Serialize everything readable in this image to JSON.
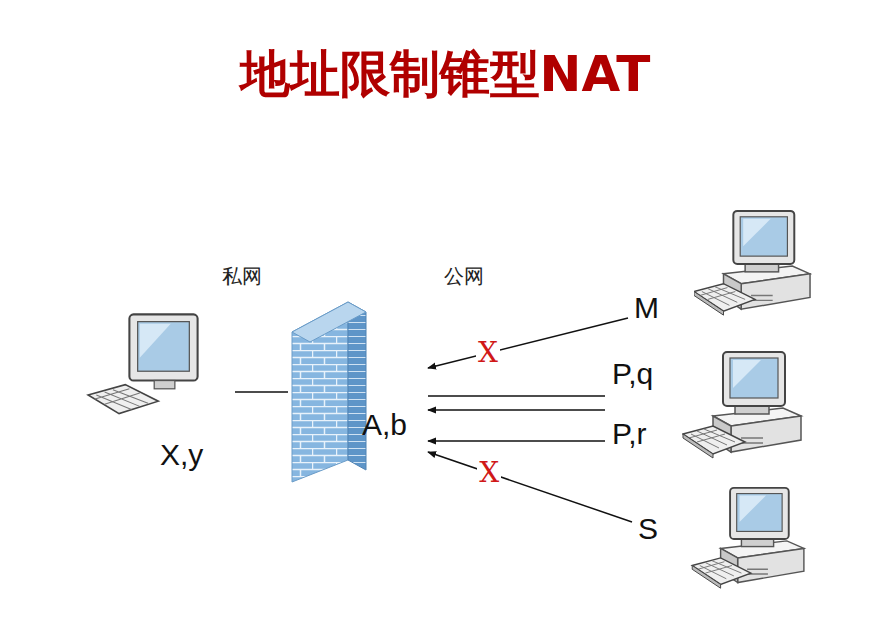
{
  "diagram": {
    "title": "地址限制锥型NAT",
    "nodes": [
      {
        "text": [
          "X,y"
        ]
      },
      {
        "text": [
          "A,b"
        ]
      },
      {
        "text": [
          "M"
        ]
      },
      {
        "text": [
          "P,q",
          "P,r"
        ]
      },
      {
        "text": [
          "S"
        ]
      }
    ],
    "edges": [
      {
        "from": 0,
        "to": 1,
        "arrow": "none"
      },
      {
        "from": 1,
        "to": 3,
        "arrow": "none"
      },
      {
        "from": 2,
        "to": 1,
        "arrow": "to",
        "label": "X"
      },
      {
        "from": 3,
        "to": 1,
        "arrow": "to"
      },
      {
        "from": 3,
        "to": 1,
        "arrow": "to"
      },
      {
        "from": 4,
        "to": 1,
        "arrow": "to",
        "label": "X"
      }
    ],
    "labels": [
      "私网",
      "公网"
    ]
  }
}
